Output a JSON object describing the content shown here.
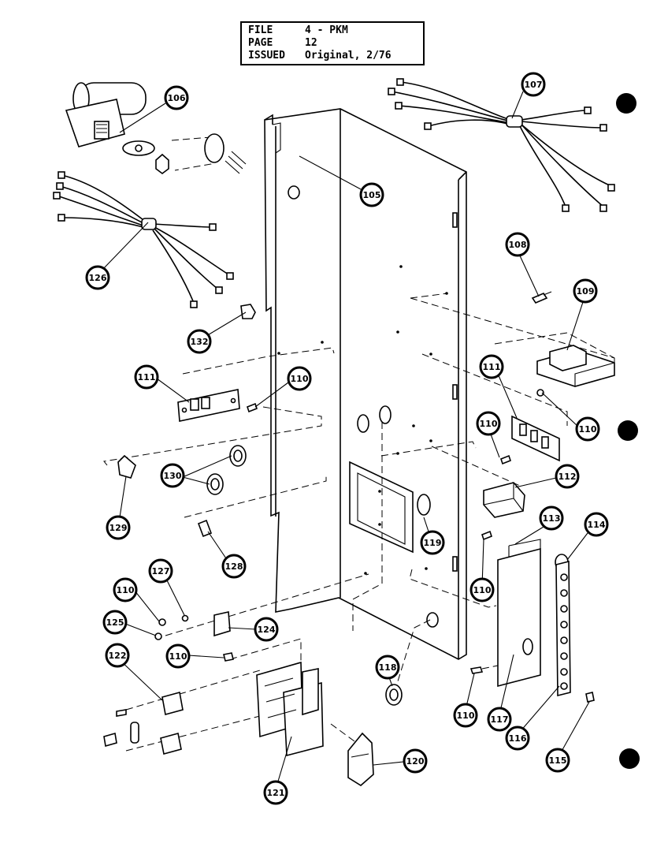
{
  "title_block": {
    "file_label": "FILE",
    "file_value": "4 - PKM",
    "page_label": "PAGE",
    "page_value": "12",
    "issued_label": "ISSUED",
    "issued_value": "Original, 2/76"
  },
  "callouts": [
    {
      "id": "c106",
      "label": "106"
    },
    {
      "id": "c107",
      "label": "107"
    },
    {
      "id": "c105",
      "label": "105"
    },
    {
      "id": "c126",
      "label": "126"
    },
    {
      "id": "c108",
      "label": "108"
    },
    {
      "id": "c109",
      "label": "109"
    },
    {
      "id": "c132",
      "label": "132"
    },
    {
      "id": "c111a",
      "label": "111"
    },
    {
      "id": "c110a",
      "label": "110"
    },
    {
      "id": "c111b",
      "label": "111"
    },
    {
      "id": "c110b",
      "label": "110"
    },
    {
      "id": "c110c",
      "label": "110"
    },
    {
      "id": "c112",
      "label": "112"
    },
    {
      "id": "c130",
      "label": "130"
    },
    {
      "id": "c129",
      "label": "129"
    },
    {
      "id": "c128",
      "label": "128"
    },
    {
      "id": "c119",
      "label": "119"
    },
    {
      "id": "c113",
      "label": "113"
    },
    {
      "id": "c114",
      "label": "114"
    },
    {
      "id": "c110d",
      "label": "110"
    },
    {
      "id": "c127",
      "label": "127"
    },
    {
      "id": "c110e",
      "label": "110"
    },
    {
      "id": "c125",
      "label": "125"
    },
    {
      "id": "c124",
      "label": "124"
    },
    {
      "id": "c122",
      "label": "122"
    },
    {
      "id": "c110f",
      "label": "110"
    },
    {
      "id": "c118",
      "label": "118"
    },
    {
      "id": "c110g",
      "label": "110"
    },
    {
      "id": "c117",
      "label": "117"
    },
    {
      "id": "c116",
      "label": "116"
    },
    {
      "id": "c115",
      "label": "115"
    },
    {
      "id": "c120",
      "label": "120"
    },
    {
      "id": "c121",
      "label": "121"
    }
  ]
}
